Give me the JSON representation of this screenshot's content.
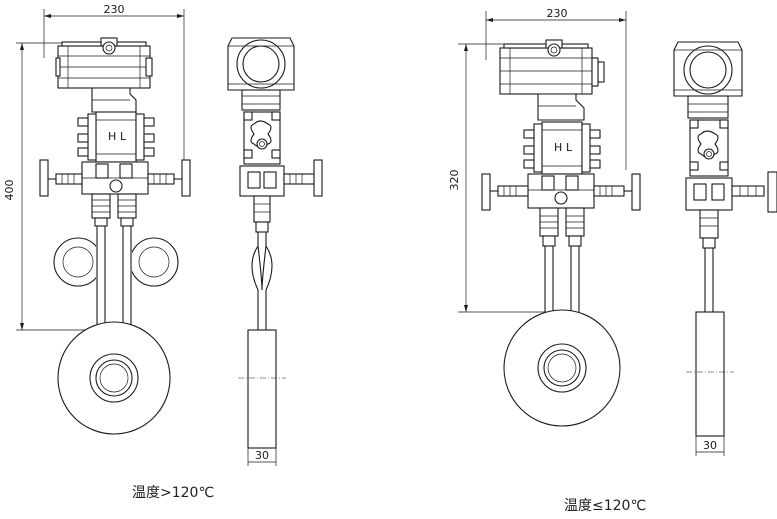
{
  "left_diagram": {
    "width_dim": "230",
    "height_dim": "400",
    "side_dim": "30",
    "caption": "温度>120℃",
    "h_label": "H",
    "l_label": "L"
  },
  "right_diagram": {
    "width_dim": "230",
    "height_dim": "320",
    "side_dim": "30",
    "caption": "温度≤120℃",
    "h_label": "H",
    "l_label": "L"
  }
}
